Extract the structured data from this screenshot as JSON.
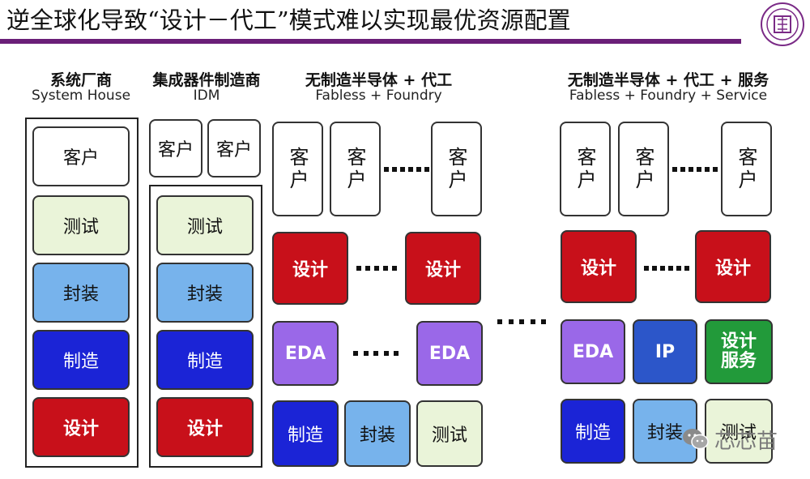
{
  "title": "逆全球化导致“设计－代工”模式难以实现最优资源配置",
  "columns": {
    "system_house": {
      "cn": "系统厂商",
      "en": "System House",
      "blocks": [
        "客户",
        "测试",
        "封装",
        "制造",
        "设计"
      ]
    },
    "idm": {
      "cn": "集成器件制造商",
      "en": "IDM",
      "customers": [
        "客户",
        "客户"
      ],
      "blocks": [
        "测试",
        "封装",
        "制造",
        "设计"
      ]
    },
    "fabless_foundry": {
      "cn": "无制造半导体 + 代工",
      "en": "Fabless + Foundry",
      "customers": [
        "客户",
        "客户",
        "客户"
      ],
      "design": [
        "设计",
        "设计"
      ],
      "eda": [
        "EDA",
        "EDA"
      ],
      "fab": [
        "制造",
        "封装",
        "测试"
      ]
    },
    "fabless_foundry_service": {
      "cn": "无制造半导体 + 代工 + 服务",
      "en": "Fabless + Foundry + Service",
      "customers": [
        "客户",
        "客户",
        "客户"
      ],
      "design": [
        "设计",
        "设计"
      ],
      "tools": [
        "EDA",
        "IP",
        "设计服务"
      ],
      "fab": [
        "制造",
        "封装",
        "测试"
      ]
    }
  },
  "watermark": "芯芯苗",
  "colors": {
    "title_bar": "#6a1f78",
    "red": "#c8101a",
    "dark_blue": "#1b24d6",
    "light_blue": "#77b3ec",
    "light_green": "#eaf4d9",
    "purple": "#9a68e8",
    "green": "#229a3a"
  }
}
